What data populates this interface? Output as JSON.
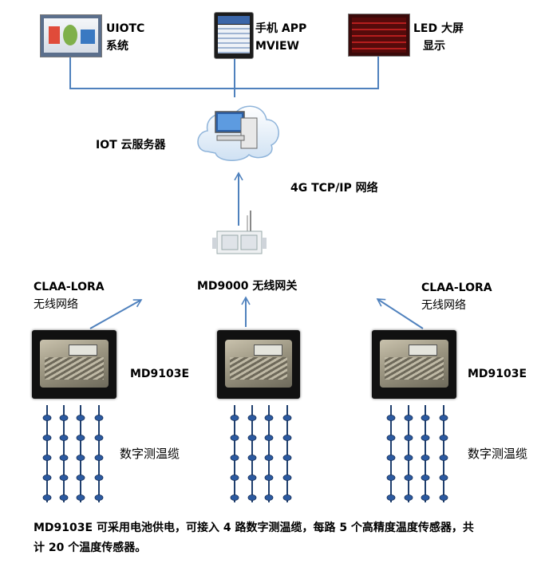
{
  "top_systems": {
    "uiotc": {
      "line1": "UIOTC",
      "line2": "系统"
    },
    "app": {
      "line1": "手机 APP",
      "line2": "MVIEW"
    },
    "led": {
      "line1": "LED 大屏",
      "line2": "显示"
    }
  },
  "cloud": {
    "label": "IOT 云服务器"
  },
  "uplink": {
    "label": "4G TCP/IP 网络"
  },
  "gateway": {
    "label": "MD9000 无线网关"
  },
  "lora_left": {
    "line1": "CLAA-LORA",
    "line2": "无线网络"
  },
  "lora_right": {
    "line1": "CLAA-LORA",
    "line2": "无线网络"
  },
  "nodes": [
    {
      "model": "MD9103E"
    },
    {
      "model": ""
    },
    {
      "model": "MD9103E"
    }
  ],
  "cable_labels": [
    "数字测温缆",
    "数字测温缆"
  ],
  "footnote": "MD9103E 可采用电池供电，可接入 4 路数字测温缆，每路 5 个高精度温度传感器，共计 20 个温度传感器。",
  "colors": {
    "line": "#4f81bd",
    "cable": "#1f3f6e",
    "bead": "#2c5aa0"
  }
}
